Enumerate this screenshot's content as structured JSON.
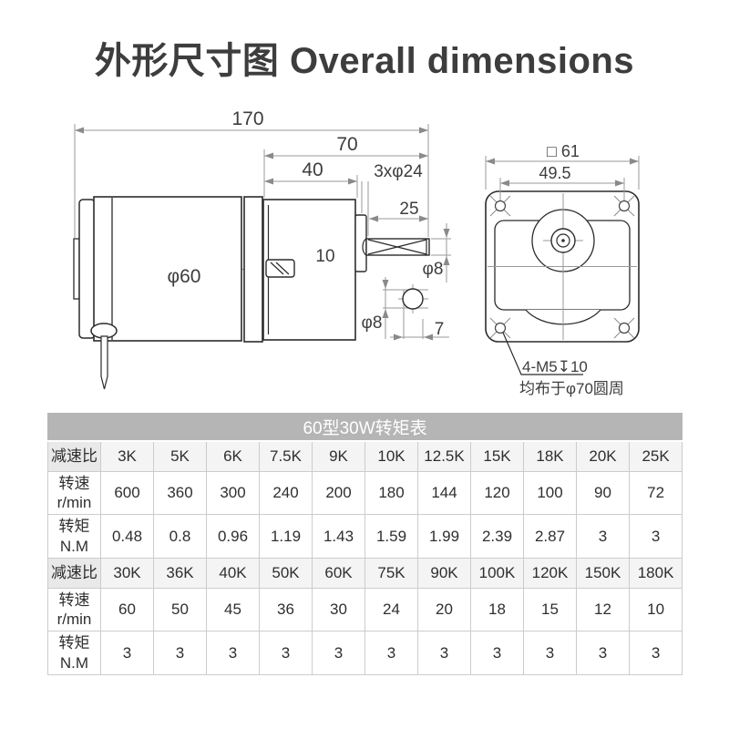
{
  "page": {
    "title": "外形尺寸图 Overall dimensions"
  },
  "drawing": {
    "side": {
      "dim_total": "170",
      "dim_gearhead": "70",
      "dim_gearbody": "40",
      "dim_boss": "3xφ24",
      "dim_shaft_len": "25",
      "dim_offset": "10",
      "dim_body_dia": "φ60",
      "dim_shaft_dia": "φ8",
      "dim_rear_dia": "φ8",
      "dim_flat": "7"
    },
    "front": {
      "dim_square": "□ 61",
      "dim_holes": "49.5",
      "note1": "4-M5↧10",
      "note2": "均布于φ70圆周"
    }
  },
  "table": {
    "title": "60型30W转矩表",
    "labels": {
      "ratio": "减速比",
      "speed1": "转速",
      "speed2": "r/min",
      "torque1": "转矩",
      "torque2": "N.M"
    },
    "g1": {
      "ratios": [
        "3K",
        "5K",
        "6K",
        "7.5K",
        "9K",
        "10K",
        "12.5K",
        "15K",
        "18K",
        "20K",
        "25K"
      ],
      "speeds": [
        "600",
        "360",
        "300",
        "240",
        "200",
        "180",
        "144",
        "120",
        "100",
        "90",
        "72"
      ],
      "torques": [
        "0.48",
        "0.8",
        "0.96",
        "1.19",
        "1.43",
        "1.59",
        "1.99",
        "2.39",
        "2.87",
        "3",
        "3"
      ]
    },
    "g2": {
      "ratios": [
        "30K",
        "36K",
        "40K",
        "50K",
        "60K",
        "75K",
        "90K",
        "100K",
        "120K",
        "150K",
        "180K"
      ],
      "speeds": [
        "60",
        "50",
        "45",
        "36",
        "30",
        "24",
        "20",
        "18",
        "15",
        "12",
        "10"
      ],
      "torques": [
        "3",
        "3",
        "3",
        "3",
        "3",
        "3",
        "3",
        "3",
        "3",
        "3",
        "3"
      ]
    }
  },
  "colors": {
    "header_band": "#b5b5b5",
    "label_bg": "#e9e9e9",
    "ratio_bg": "#f4f4f4",
    "border": "#cccccc",
    "object_line": "#2b2b2b",
    "construction_line": "#9a9a9a",
    "title_text": "#3d3d3d"
  }
}
